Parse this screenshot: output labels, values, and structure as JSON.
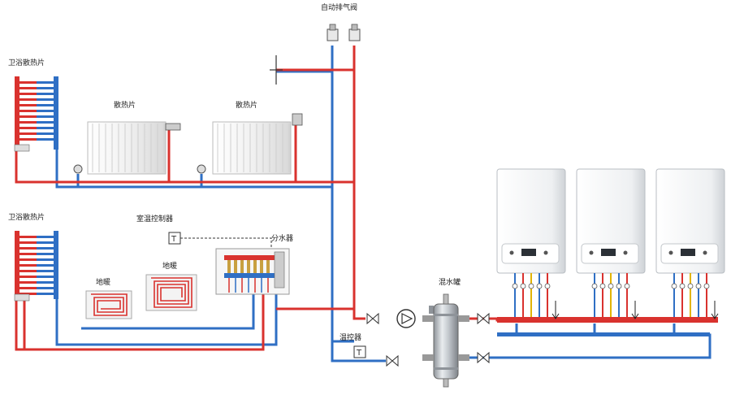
{
  "labels": {
    "auto_vent": "自动排气阀",
    "towel_rack_top": "卫浴散热片",
    "radiator_1": "散热片",
    "radiator_2": "散热片",
    "towel_rack_bottom": "卫浴散热片",
    "thermostat": "室温控制器",
    "manifold": "分水器",
    "floor_heat_1": "地暖",
    "floor_heat_2": "地暖",
    "hydraulic_separator": "混水罐",
    "temp_controller": "温控器"
  },
  "colors": {
    "hot_pipe": "#d9322e",
    "cold_pipe": "#2f6fc4",
    "radiator": "#f2f2f2",
    "boiler": "#f4f5f6"
  },
  "boilers": {
    "count": 3
  }
}
